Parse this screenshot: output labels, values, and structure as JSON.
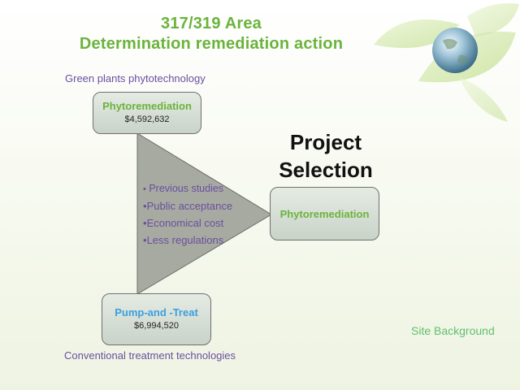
{
  "slide": {
    "title_line1": "317/319 Area",
    "title_line2": "Determination remediation action",
    "caption_top": "Green plants phytotechnology",
    "caption_bottom": "Conventional treatment technologies",
    "site_link": "Site Background"
  },
  "options": [
    {
      "name": "Phytoremediation",
      "amount": "$4,592,632"
    },
    {
      "name": "Pump-and -Treat",
      "amount": "$6,994,520"
    }
  ],
  "criteria": {
    "bullet": "•",
    "items": [
      "Previous studies",
      "Public acceptance",
      "Economical cost",
      "Less regulations"
    ]
  },
  "selection": {
    "heading_line1": "Project",
    "heading_line2": "Selection",
    "result": "Phytoremediation"
  },
  "colors": {
    "title_green": "#6bb33c",
    "pump_blue": "#3b9fe0",
    "caption_purple": "#6a4fa0",
    "triangle_gray": "#a6aaa0"
  }
}
